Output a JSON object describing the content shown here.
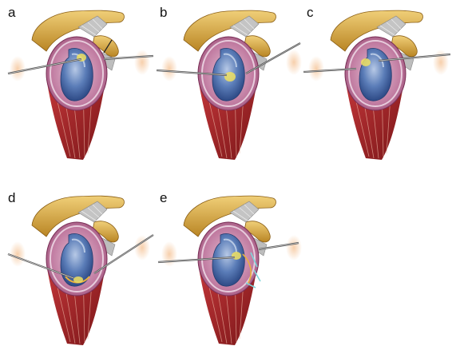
{
  "panels": [
    {
      "id": "a",
      "label": "a"
    },
    {
      "id": "b",
      "label": "b"
    },
    {
      "id": "c",
      "label": "c"
    },
    {
      "id": "d",
      "label": "d"
    },
    {
      "id": "e",
      "label": "e"
    }
  ],
  "colors": {
    "bone": "#c9962e",
    "bone_light": "#e8c46a",
    "tendon": "#b8b8b8",
    "muscle": "#a8262a",
    "muscle_dark": "#6e1418",
    "capsule": "#c78aa8",
    "glenoid": "#4a6ca8",
    "glenoid_light": "#9bb4d8",
    "labrum": "#d8c8d8",
    "skin_ghost": "#f2c7a8",
    "instrument": "#555555",
    "suture_cyan": "#7fd4d8",
    "highlight_yellow": "#f0e060"
  }
}
